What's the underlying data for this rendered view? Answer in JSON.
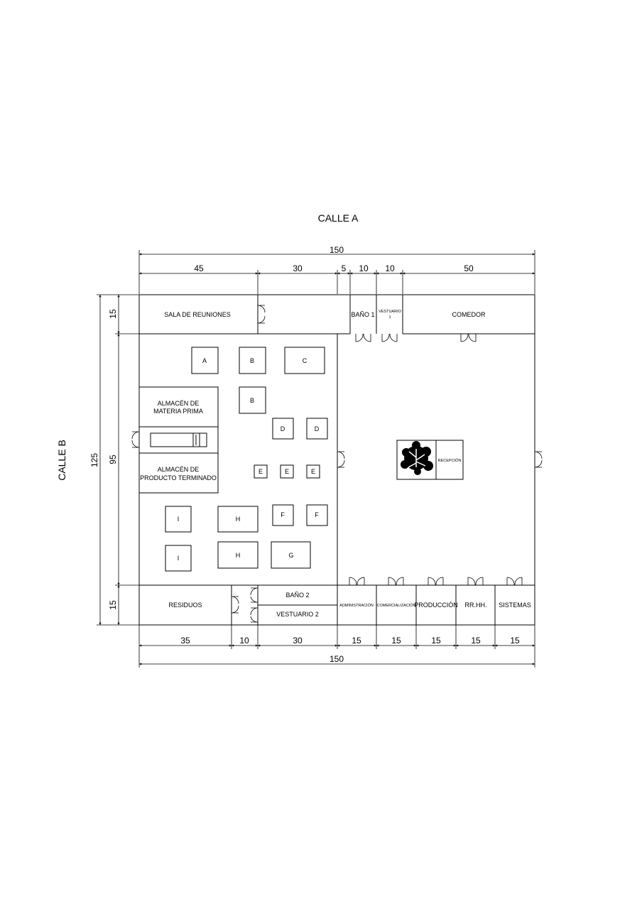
{
  "streets": {
    "top": "CALLE A",
    "left": "CALLE B"
  },
  "dimensions": {
    "top_total": "150",
    "top_segments": [
      "45",
      "30",
      "5",
      "10",
      "10",
      "50"
    ],
    "bottom_total": "150",
    "bottom_segments": [
      "35",
      "10",
      "30",
      "15",
      "15",
      "15",
      "15",
      "15"
    ],
    "left_total": "125",
    "left_segments": [
      "15",
      "95",
      "15"
    ]
  },
  "rooms": {
    "sala_reuniones": "SALA DE REUNIONES",
    "bano1": "BAÑO 1",
    "vestuario1_l1": "VESTUARIO",
    "vestuario1_l2": "1",
    "comedor": "COMEDOR",
    "almacen_mp_l1": "ALMACÉN DE",
    "almacen_mp_l2": "MATERIA PRIMA",
    "almacen_pt_l1": "ALMACÉN DE",
    "almacen_pt_l2": "PRODUCTO TERMINADO",
    "recepcion": "RECEPCIÓN",
    "residuos": "RESIDUOS",
    "bano2": "BAÑO 2",
    "vestuario2": "VESTUARIO 2",
    "administracion": "ADMINISTRACIÓN",
    "comercializacion": "COMERCIALIZACIÓN",
    "produccion": "PRODUCCIÓN",
    "rrhh": "RR.HH.",
    "sistemas": "SISTEMAS"
  },
  "machines": {
    "a": "A",
    "b1": "B",
    "c": "C",
    "b2": "B",
    "d1": "D",
    "d2": "D",
    "e1": "E",
    "e2": "E",
    "e3": "E",
    "f1": "F",
    "f2": "F",
    "i1": "I",
    "h1": "H",
    "h2": "H",
    "g": "G",
    "i2": "I"
  }
}
